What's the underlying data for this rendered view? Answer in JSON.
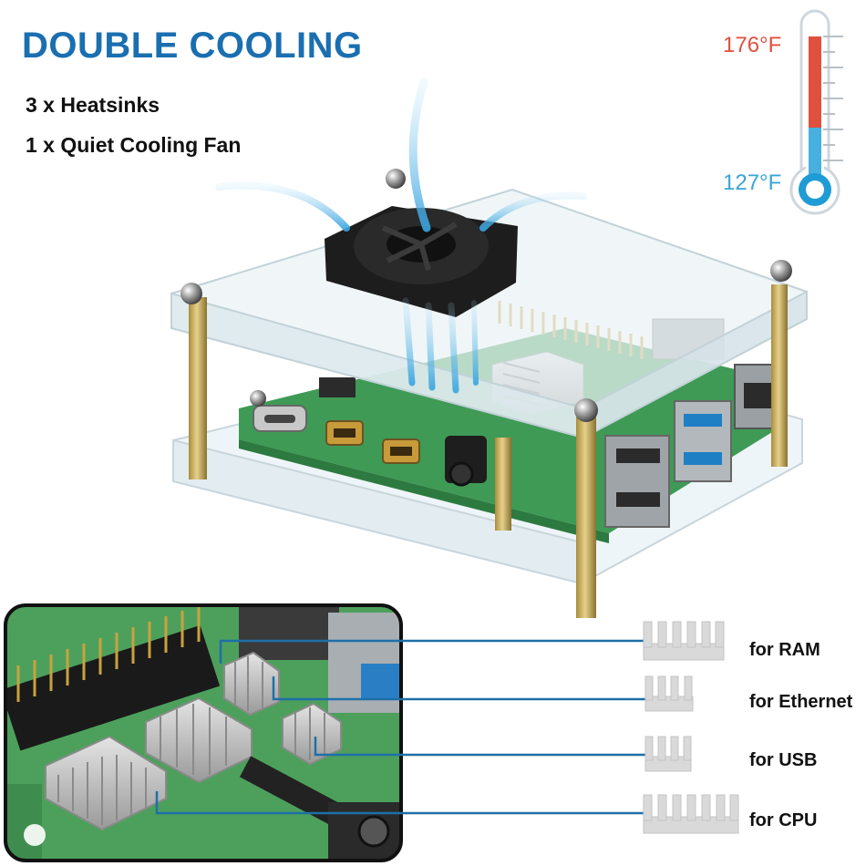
{
  "header": {
    "title": "DOUBLE COOLING",
    "items": [
      "3 x Heatsinks",
      "1 x Quiet Cooling Fan"
    ]
  },
  "thermometer": {
    "high_label": "176°F",
    "low_label": "127°F",
    "high_color": "#e0503e",
    "low_color": "#3aa5d8"
  },
  "heatsinks": [
    {
      "label": "for RAM"
    },
    {
      "label": "for Ethernet"
    },
    {
      "label": "for USB"
    },
    {
      "label": "for CPU"
    }
  ],
  "colors": {
    "title": "#1a6fb0",
    "callout_line": "#1e6fa8",
    "airflow": "#5ab8ea"
  },
  "icons": [
    "thermometer-icon",
    "fan-icon",
    "raspberry-logo-icon",
    "heatsink-icon"
  ]
}
